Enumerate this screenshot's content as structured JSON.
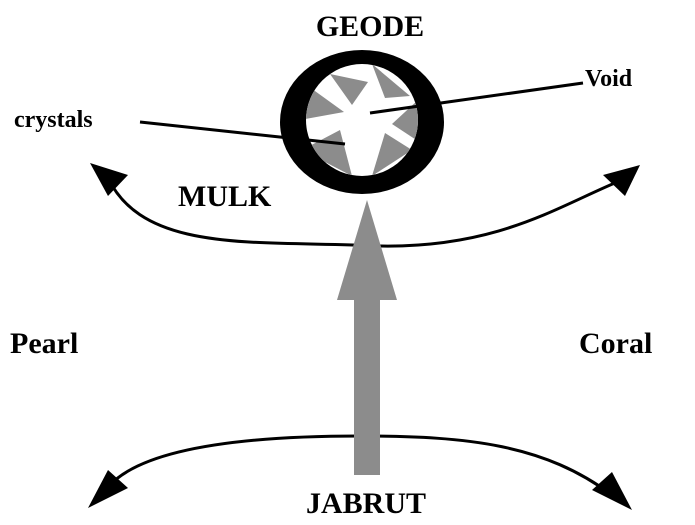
{
  "labels": {
    "geode": "GEODE",
    "void": "Void",
    "crystals": "crystals",
    "mulk": "MULK",
    "pearl": "Pearl",
    "coral": "Coral",
    "jabrut": "JABRUT"
  },
  "colors": {
    "ink": "#000000",
    "shaft": "#8c8c8c",
    "crystal": "#8c8c8c",
    "background": "#ffffff"
  }
}
